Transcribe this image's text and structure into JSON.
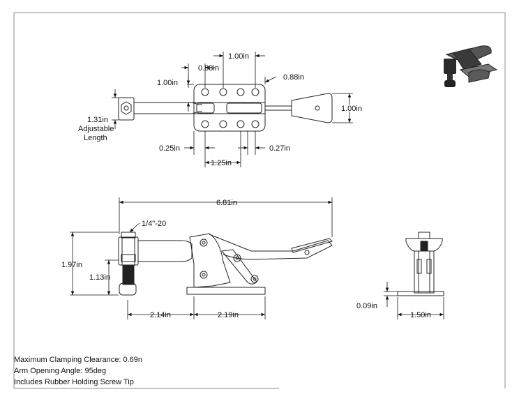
{
  "top_view": {
    "dim_1_00_top": "1.00in",
    "dim_0_88_left": "0.88in",
    "dim_1_00_left": "1.00in",
    "dim_0_88_right": "0.88in",
    "dim_1_00_right": "1.00in",
    "dim_1_31": "1.31in",
    "adjustable_1": "Adjustable",
    "adjustable_2": "Length",
    "dim_0_25": "0.25in",
    "dim_0_27": "0.27in",
    "dim_1_25": "1.25in"
  },
  "side_view": {
    "dim_6_81": "6.81in",
    "thread": "1/4\"-20",
    "dim_1_97": "1.97in",
    "dim_1_13": "1.13in",
    "dim_2_14": "2.14in",
    "dim_2_19": "2.19in"
  },
  "end_view": {
    "dim_0_09": "0.09in",
    "dim_1_50": "1.50in"
  },
  "notes": [
    "Maximum Clamping Clearance: 0.69n",
    "Arm Opening Angle: 95deg",
    "Includes Rubber Holding Screw Tip"
  ]
}
